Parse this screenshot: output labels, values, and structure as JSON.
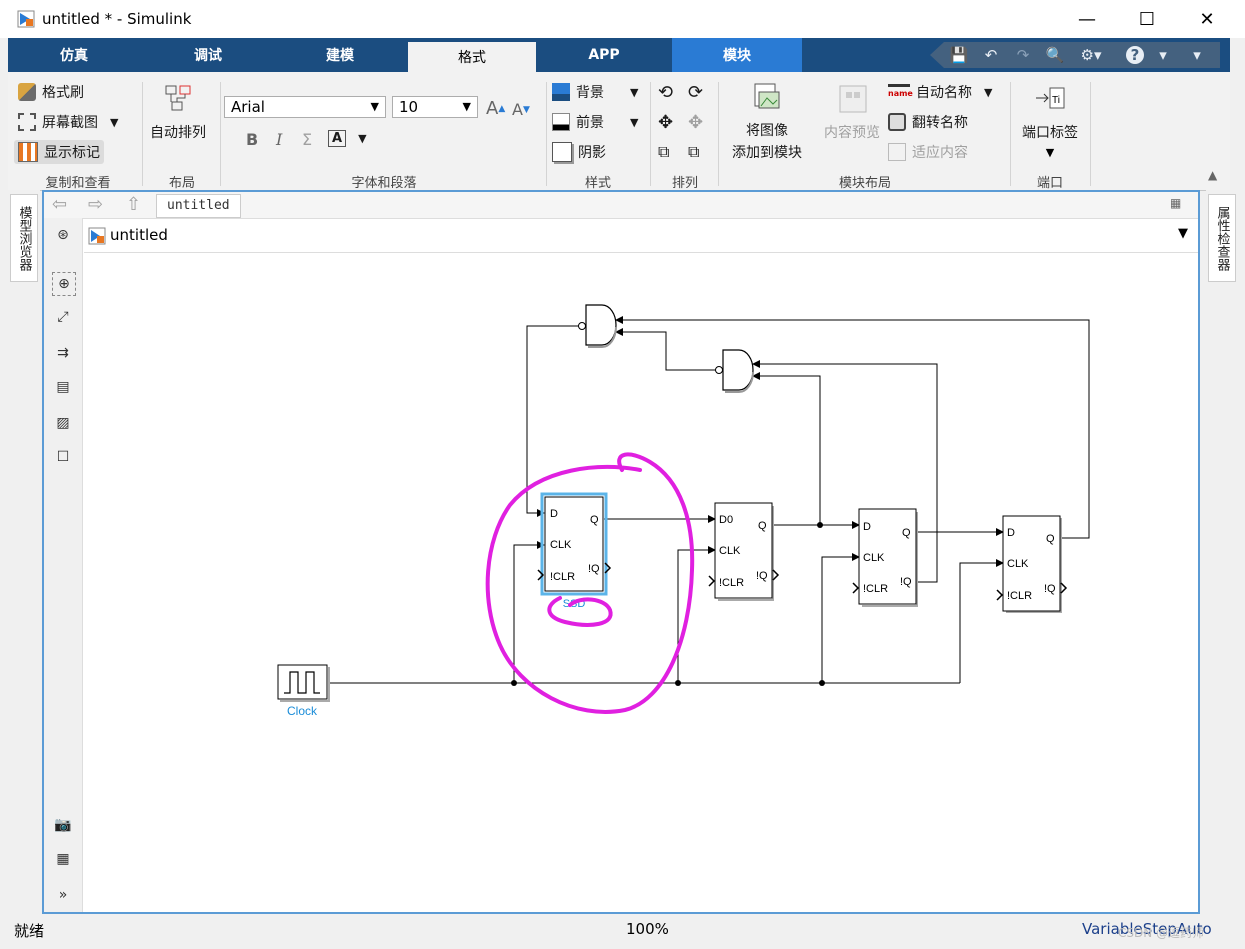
{
  "window": {
    "title": "untitled * - Simulink",
    "minimize": "—",
    "maximize": "☐",
    "close": "✕"
  },
  "tabs": [
    {
      "label": "仿真"
    },
    {
      "label": "调试"
    },
    {
      "label": "建模"
    },
    {
      "label": "格式"
    },
    {
      "label": "APP"
    },
    {
      "label": "模块"
    }
  ],
  "quickbar": {
    "save": "💾",
    "undo": "↶",
    "redo": "↷",
    "search": "🔍",
    "help": "?",
    "more": "▾"
  },
  "ribbon": {
    "copy_view": {
      "format_painter": "格式刷",
      "screenshot": "屏幕截图",
      "show_marks": "显示标记",
      "label": "复制和查看"
    },
    "layout": {
      "auto_arrange": "自动排列",
      "label": "布局"
    },
    "font": {
      "family": "Arial",
      "size": "10",
      "bold": "B",
      "italic": "I",
      "sigma": "Σ",
      "label": "字体和段落"
    },
    "style": {
      "background": "背景",
      "foreground": "前景",
      "shadow": "阴影",
      "label": "样式"
    },
    "arrange": {
      "label": "排列"
    },
    "block_layout": {
      "add_image": "将图像",
      "add_image_2": "添加到模块",
      "content_preview": "内容预览",
      "auto_name": "自动名称",
      "flip_name": "翻转名称",
      "fit_content": "适应内容",
      "label": "模块布局"
    },
    "port": {
      "port_label": "端口标签",
      "label": "端口"
    }
  },
  "docks": {
    "model_browser": "模型浏览器",
    "property_inspector": "属性检查器"
  },
  "nav": {
    "crumb": "untitled"
  },
  "address": {
    "model": "untitled"
  },
  "diagram": {
    "blocks": {
      "ssd": {
        "name": "SSD",
        "d": "D",
        "clk": "CLK",
        "clr": "!CLR",
        "q": "Q",
        "nq": "!Q"
      },
      "ff2": {
        "d": "D0",
        "clk": "CLK",
        "clr": "!CLR",
        "q": "Q",
        "nq": "!Q"
      },
      "ff3": {
        "d": "D",
        "clk": "CLK",
        "clr": "!CLR",
        "q": "Q",
        "nq": "!Q"
      },
      "ff4": {
        "d": "D",
        "clk": "CLK",
        "clr": "!CLR",
        "q": "Q",
        "nq": "!Q"
      },
      "clock": {
        "name": "Clock"
      }
    },
    "annotation_color": "#e020e0",
    "accent_color": "#1a8cd8"
  },
  "status": {
    "left": "就绪",
    "zoom": "100%",
    "solver": "VariableStepAuto",
    "watermark": "CSDN @逗药师"
  }
}
